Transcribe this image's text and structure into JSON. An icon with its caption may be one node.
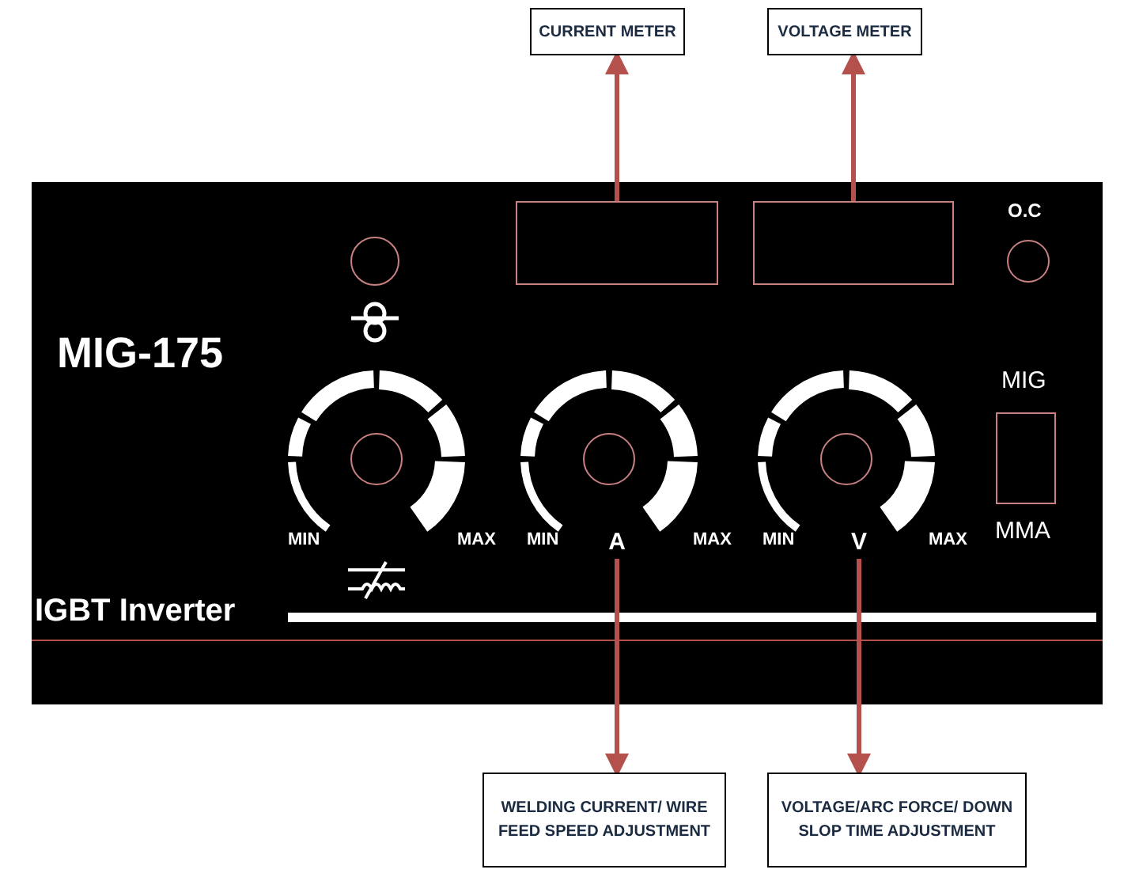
{
  "diagram": {
    "nodes": [
      {
        "text": [
          "CURRENT METER"
        ]
      },
      {
        "text": [
          "VOLTAGE METER"
        ]
      },
      {
        "text": [],
        "shape": "box"
      },
      {
        "text": [],
        "shape": "box"
      },
      {
        "text": [
          "A"
        ]
      },
      {
        "text": [
          "V"
        ]
      },
      {
        "text": [
          "WELDING CURRENT/ WIRE FEED SPEED ADJUSTMENT"
        ]
      },
      {
        "text": [
          "VOLTAGE/ARC FORCE/ DOWN SLOP TIME ADJUSTMENT"
        ]
      }
    ],
    "edges": [
      {
        "from": 2,
        "to": 0,
        "arrow": "to",
        "color": "#b5514d"
      },
      {
        "from": 3,
        "to": 1,
        "arrow": "to",
        "color": "#b5514d"
      },
      {
        "from": 4,
        "to": 6,
        "arrow": "to",
        "color": "#b5514d"
      },
      {
        "from": 5,
        "to": 7,
        "arrow": "to",
        "color": "#b5514d"
      }
    ],
    "labels": [
      "MIG-175",
      "O.C",
      "MIG",
      "MIN",
      "MAX",
      "MIN",
      "MAX",
      "MIN",
      "MAX",
      "MMA",
      "IGBT Inverter"
    ]
  }
}
